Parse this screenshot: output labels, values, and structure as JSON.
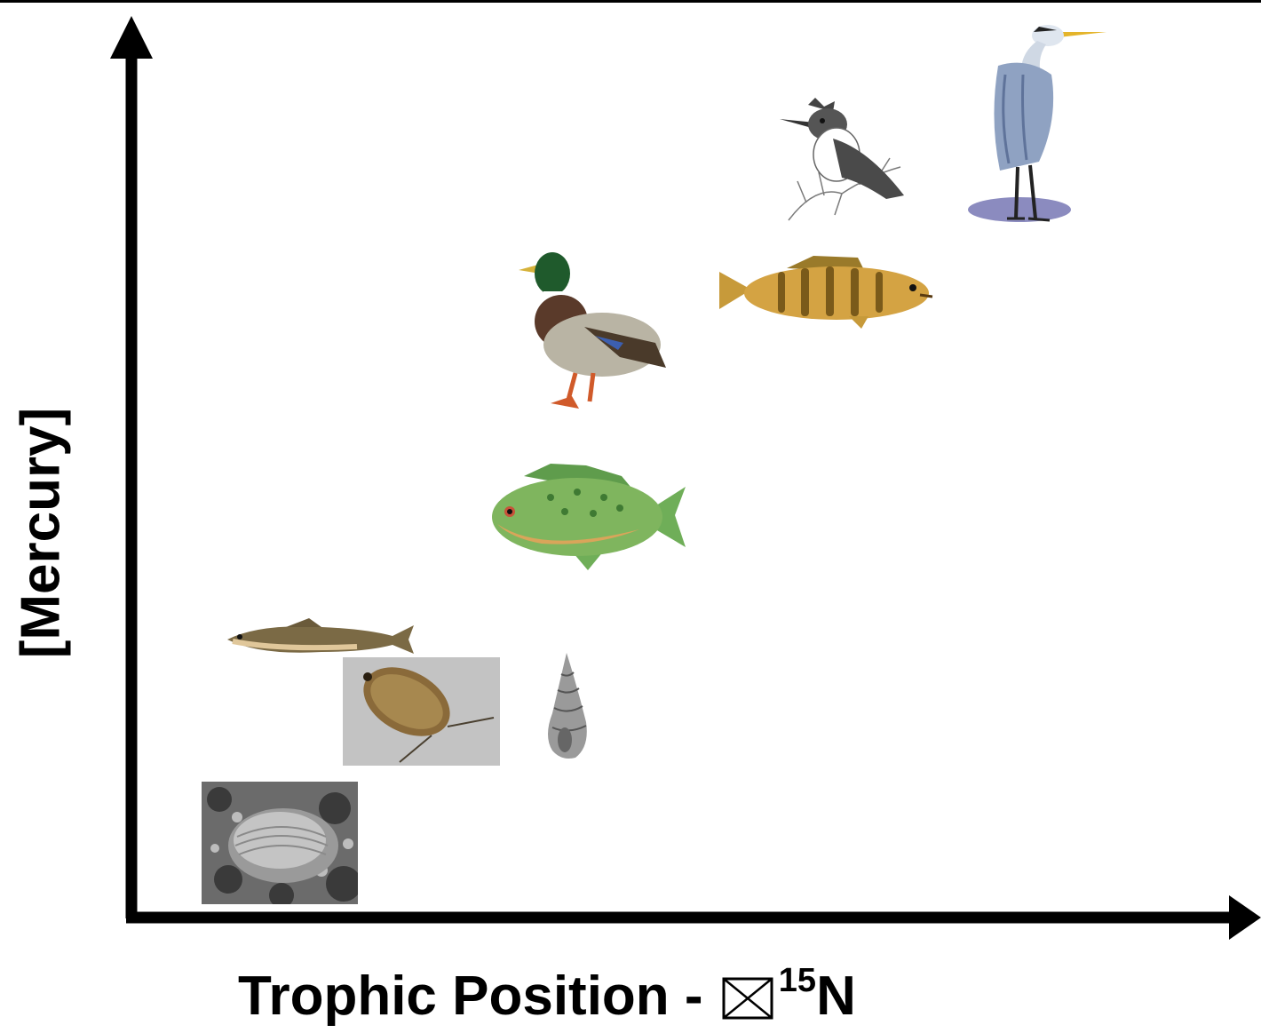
{
  "diagram": {
    "y_axis_label": "[Mercury]",
    "x_axis_label": {
      "text": "Trophic Position - ",
      "symbol": "☒",
      "isotope_superscript": "15",
      "isotope_element": "N"
    }
  },
  "organisms": [
    {
      "name": "mite-micrograph",
      "icon": "sem-micrograph-icon"
    },
    {
      "name": "minnow",
      "icon": "minnow-fish-icon"
    },
    {
      "name": "water-flea",
      "icon": "water-flea-icon"
    },
    {
      "name": "snail-shell",
      "icon": "snail-shell-icon"
    },
    {
      "name": "sunfish",
      "icon": "sunfish-icon"
    },
    {
      "name": "mallard-duck",
      "icon": "duck-icon"
    },
    {
      "name": "perch",
      "icon": "perch-fish-icon"
    },
    {
      "name": "kingfisher",
      "icon": "kingfisher-icon"
    },
    {
      "name": "heron",
      "icon": "heron-icon"
    }
  ],
  "colors": {
    "axis": "#000000",
    "background": "#ffffff"
  }
}
